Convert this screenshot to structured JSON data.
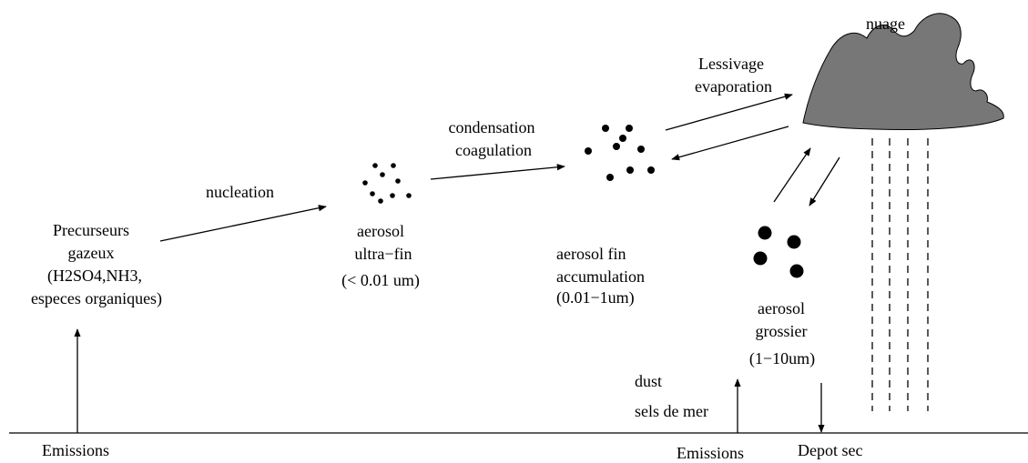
{
  "precursors": {
    "line1": "Precurseurs",
    "line2": "gazeux",
    "line3": "(H2SO4,NH3,",
    "line4": "especes organiques)"
  },
  "emissions_left": "Emissions",
  "nucleation": "nucleation",
  "ultrafine": {
    "line1": "aerosol",
    "line2": "ultra−fin",
    "line3": "(< 0.01 um)"
  },
  "condensation": {
    "line1": "condensation",
    "line2": "coagulation"
  },
  "fine": {
    "line1": "aerosol fin",
    "line2": "accumulation",
    "line3": "(0.01−1um)"
  },
  "lessivage": {
    "line1": "Lessivage",
    "line2": "evaporation"
  },
  "cloud_label": "nuage",
  "coarse": {
    "line1": "aerosol",
    "line2": "grossier",
    "line3": "(1−10um)"
  },
  "sources": {
    "dust": "dust",
    "sea_salt": "sels de mer"
  },
  "emissions_right": "Emissions",
  "dry_deposition": "Depot sec",
  "colors": {
    "cloud_fill": "#777777",
    "ink": "#000000"
  }
}
